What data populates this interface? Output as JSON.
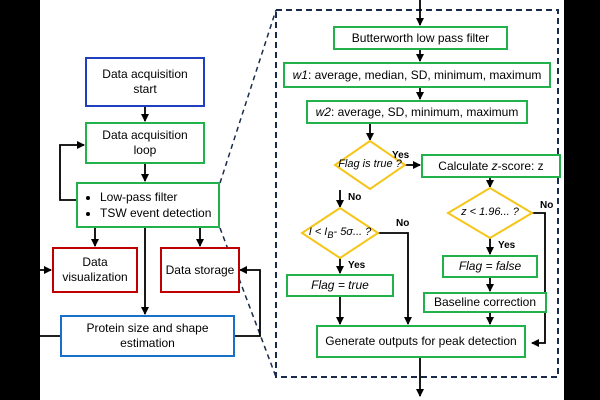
{
  "left": {
    "start": {
      "line1": "Data acquisition",
      "line2": "start"
    },
    "loop": {
      "line1": "Data acquisition",
      "line2": "loop"
    },
    "process": {
      "item1": "Low-pass filter",
      "item2": "TSW event detection"
    },
    "visualization": {
      "line1": "Data",
      "line2": "visualization"
    },
    "storage": "Data storage",
    "estimation": {
      "line1": "Protein size and shape",
      "line2": "estimation"
    }
  },
  "right": {
    "butterworth": "Butterworth low pass filter",
    "w1": {
      "var": "w1",
      "text": ": average, median, SD, minimum, maximum"
    },
    "w2": {
      "var": "w2",
      "text": ": average, SD, minimum, maximum"
    },
    "flag_decision": {
      "text": "Flag is true ?"
    },
    "zscore": {
      "prefix": "Calculate ",
      "var": "z",
      "suffix": "-score: z"
    },
    "threshold_decision": {
      "part1": "I < I",
      "sub": "B",
      "part2": "- 5σ... ?"
    },
    "z_decision": "z < 1.96... ?",
    "flag_true": "Flag = true",
    "flag_false": "Flag = false",
    "baseline": "Baseline correction",
    "outputs": "Generate outputs for peak detection",
    "labels": {
      "yes": "Yes",
      "no": "No"
    }
  },
  "colors": {
    "green": "#22b24c",
    "blue": "#1f3fbf",
    "red": "#c00000",
    "light_blue": "#1a6fc9",
    "diamond": "#f5c518",
    "dash": "#1a2a4a"
  }
}
